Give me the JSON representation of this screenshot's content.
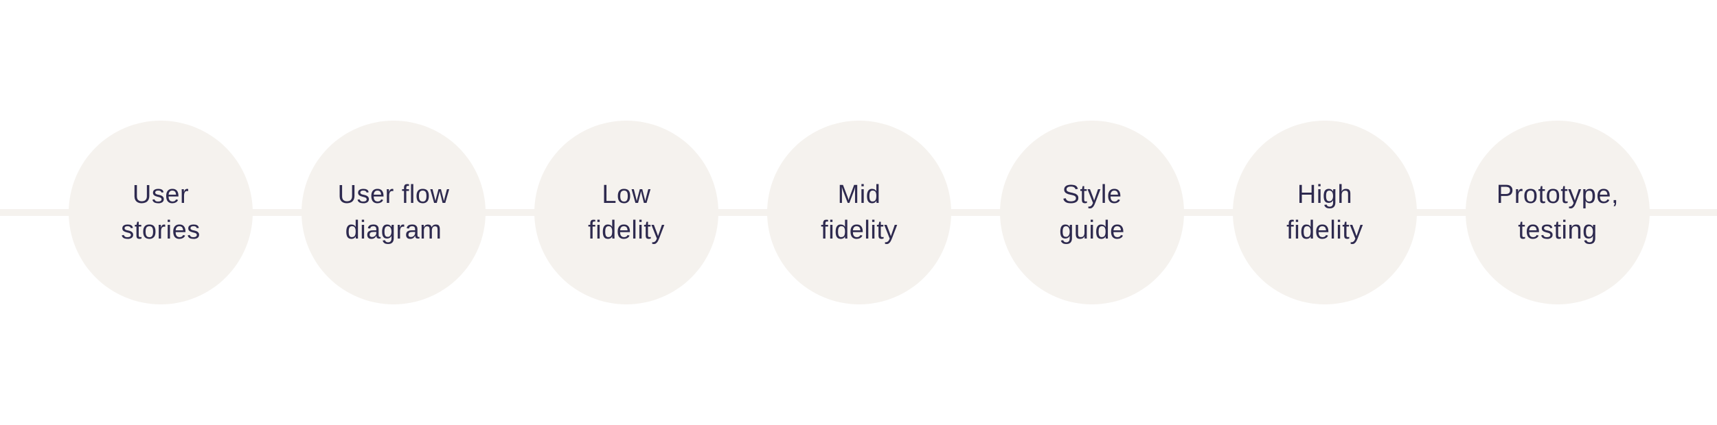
{
  "diagram": {
    "colors": {
      "background": "#ffffff",
      "line": "#f5f2ee",
      "node_fill": "#f5f2ee",
      "text": "#2e2a4f"
    },
    "steps": [
      {
        "label": "User\nstories"
      },
      {
        "label": "User flow\ndiagram"
      },
      {
        "label": "Low\nfidelity"
      },
      {
        "label": "Mid\nfidelity"
      },
      {
        "label": "Style\nguide"
      },
      {
        "label": "High\nfidelity"
      },
      {
        "label": "Prototype,\ntesting"
      }
    ]
  }
}
